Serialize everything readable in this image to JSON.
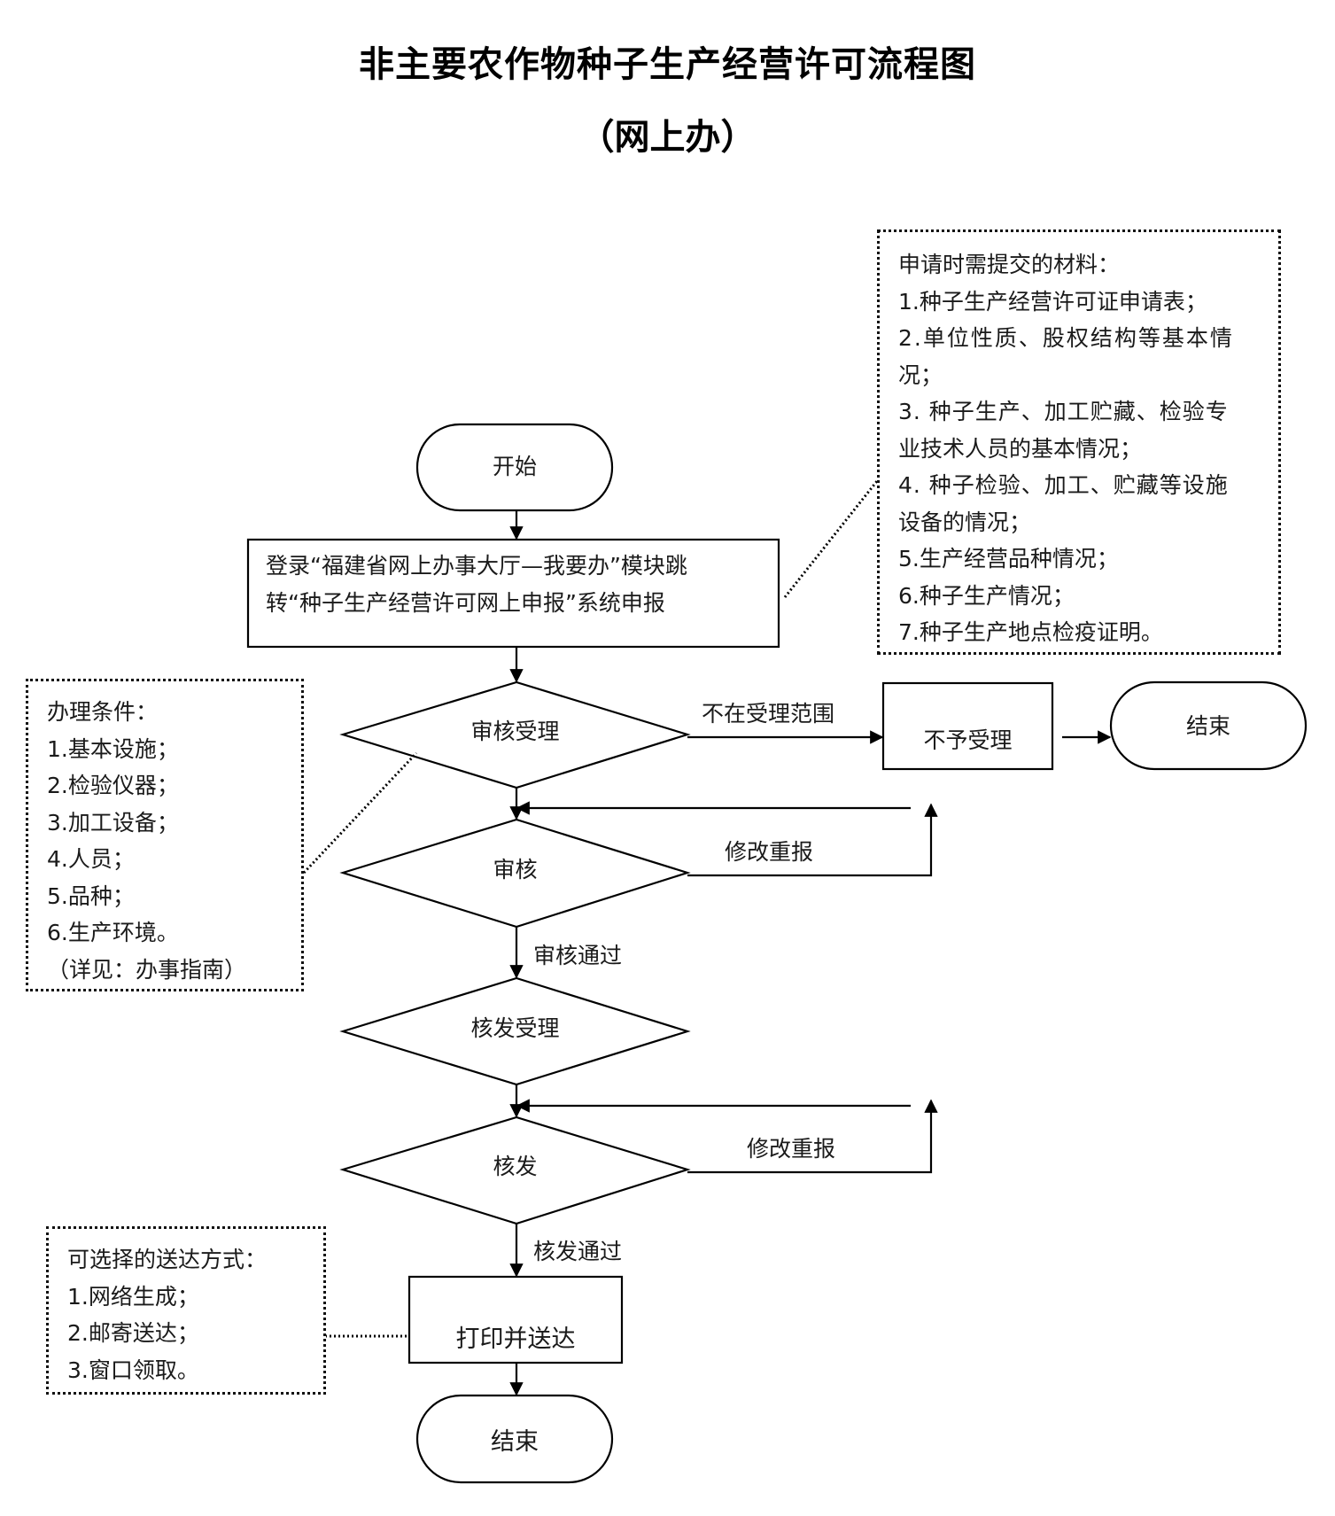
{
  "title": {
    "main": "非主要农作物种子生产经营许可流程图",
    "sub": "（网上办）"
  },
  "nodes": {
    "start": "开始",
    "login": [
      "登录“福建省网上办事大厅—我要办”模块跳",
      "转“种子生产经营许可网上申报”系统申报"
    ],
    "review_accept": "审核受理",
    "reject": "不予受理",
    "end_reject": "结束",
    "review": "审核",
    "issue_accept": "核发受理",
    "issue": "核发",
    "print_deliver": "打印并送达",
    "end": "结束"
  },
  "edges": {
    "out_of_scope": "不在受理范围",
    "revise_resubmit_1": "修改重报",
    "review_passed": "审核通过",
    "revise_resubmit_2": "修改重报",
    "issue_passed": "核发通过"
  },
  "notes": {
    "materials": {
      "lines": [
        "申请时需提交的材料：",
        "1.种子生产经营许可证申请表；",
        "2.单位性质、股权结构等基本情",
        "况；",
        "3. 种子生产、加工贮藏、检验专",
        "业技术人员的基本情况；",
        "4. 种子检验、加工、贮藏等设施",
        "设备的情况；",
        "5.生产经营品种情况；",
        "6.种子生产情况；",
        "7.种子生产地点检疫证明。"
      ]
    },
    "conditions": {
      "lines": [
        "办理条件：",
        "1.基本设施；",
        "2.检验仪器；",
        "3.加工设备；",
        "4.人员；",
        "5.品种；",
        "6.生产环境。",
        "（详见：办事指南）"
      ]
    },
    "delivery": {
      "lines": [
        "可选择的送达方式：",
        "1.网络生成；",
        "2.邮寄送达；",
        "3.窗口领取。"
      ]
    }
  }
}
